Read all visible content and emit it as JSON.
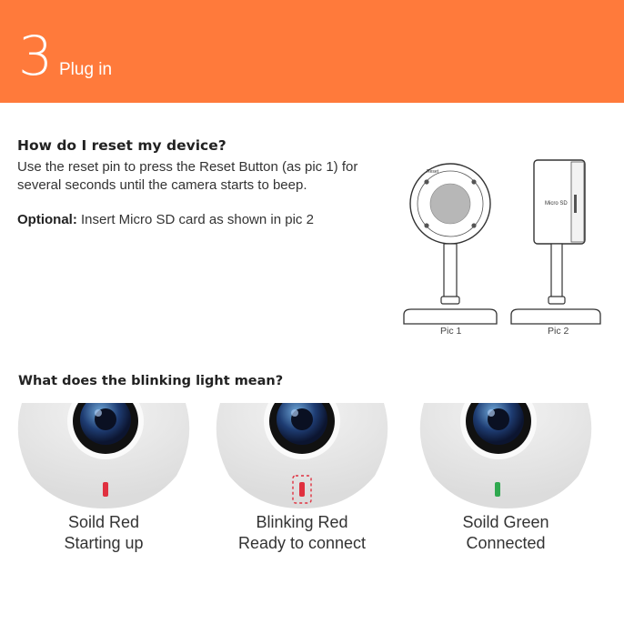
{
  "header": {
    "step_number": "3",
    "title": "Plug in",
    "color": "#ff7a3b"
  },
  "reset_section": {
    "question": "How do I reset my device?",
    "description": "Use the reset pin to press the Reset Button (as pic 1) for several seconds until the camera starts to beep.",
    "optional_label": "Optional:",
    "optional_text": " Insert Micro SD card as shown in pic 2"
  },
  "diagram": {
    "pic1_label": "Pic 1",
    "pic2_label": "Pic 2",
    "reset_button_label": "Reset",
    "micro_sd_label": "Micro SD"
  },
  "light_section": {
    "question": "What does the blinking light mean?",
    "states": [
      {
        "name": "Soild Red",
        "meaning": "Starting up",
        "led_color": "#e0303f",
        "blinking": false
      },
      {
        "name": "Blinking Red",
        "meaning": "Ready to connect",
        "led_color": "#e0303f",
        "blinking": true
      },
      {
        "name": "Soild Green",
        "meaning": "Connected",
        "led_color": "#2fa84f",
        "blinking": false
      }
    ]
  }
}
